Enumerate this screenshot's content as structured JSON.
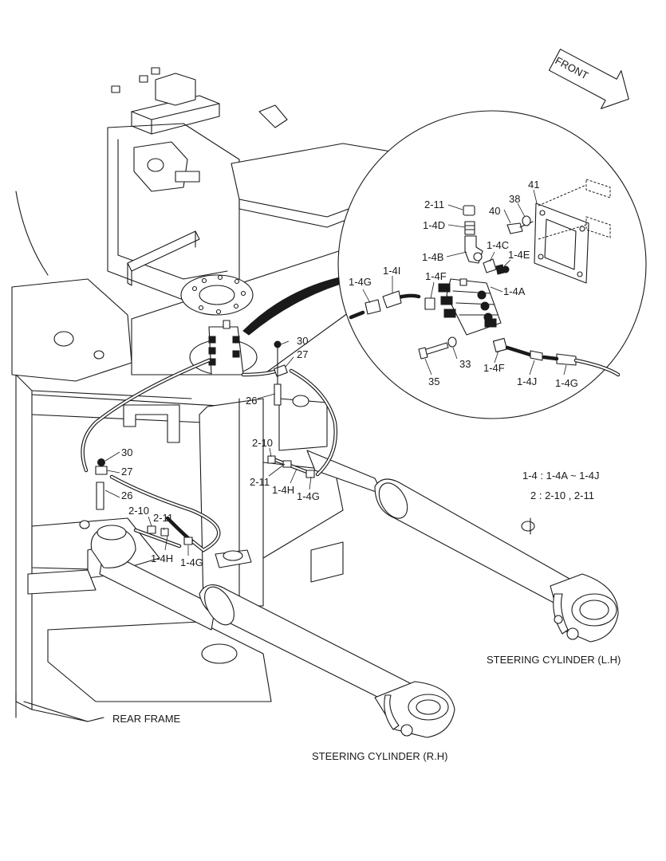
{
  "labels": {
    "front": "FRONT",
    "rear_frame": "REAR FRAME",
    "steering_cyl_lh": "STEERING CYLINDER (L.H)",
    "steering_cyl_rh": "STEERING CYLINDER (R.H)",
    "legend_line1": "1-4 : 1-4A ~ 1-4J",
    "legend_line2": "2 : 2-10 , 2-11"
  },
  "callouts": {
    "detail": {
      "p2_11": "2-11",
      "p1_4d": "1-4D",
      "p1_4b": "1-4B",
      "p1_4c": "1-4C",
      "p1_4e": "1-4E",
      "p1_4a": "1-4A",
      "p1_4i": "1-4I",
      "p1_4g": "1-4G",
      "p1_4f_top": "1-4F",
      "p1_4f_bottom": "1-4F",
      "p40": "40",
      "p38": "38",
      "p41": "41",
      "p33": "33",
      "p35": "35",
      "p1_4j": "1-4J",
      "p1_4g_right": "1-4G"
    },
    "main": {
      "p30_top": "30",
      "p27_top": "27",
      "p26_top": "26",
      "p2_10_right": "2-10",
      "p2_11_right": "2-11",
      "p1_4h_right": "1-4H",
      "p1_4g_mid": "1-4G",
      "p30_left": "30",
      "p27_left": "27",
      "p26_left": "26",
      "p2_10_left": "2-10",
      "p2_11_left": "2-11",
      "p1_4h_left": "1-4H",
      "p1_4g_left": "1-4G"
    }
  }
}
